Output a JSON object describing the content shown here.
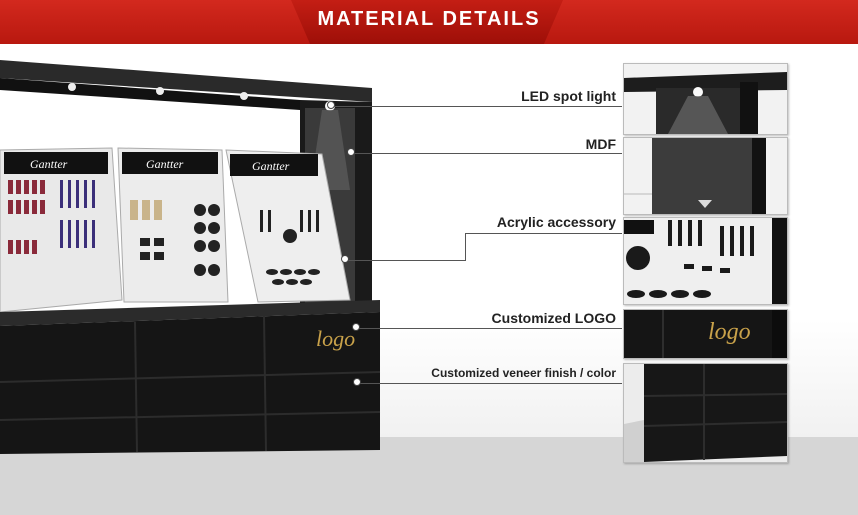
{
  "header": {
    "title": "MATERIAL DETAILS"
  },
  "brand": {
    "accent": "#c41e14",
    "gold": "#c9a24a",
    "cabinet": "#151515"
  },
  "scene": {
    "panel_brand": "Gantter",
    "logo_text": "logo"
  },
  "callouts": [
    {
      "label": "LED spot light"
    },
    {
      "label": "MDF"
    },
    {
      "label": "Acrylic accessory"
    },
    {
      "label": "Customized LOGO"
    },
    {
      "label": "Customized veneer finish / color"
    }
  ],
  "details": {
    "logo_text": "logo"
  }
}
